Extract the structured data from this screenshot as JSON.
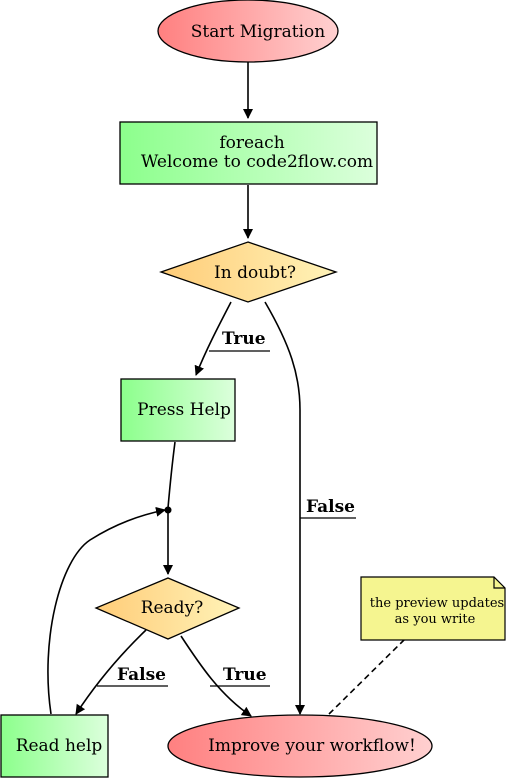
{
  "nodes": {
    "start": {
      "label": "Start Migration"
    },
    "foreach": {
      "line1": "foreach",
      "line2": "Welcome to code2flow.com"
    },
    "in_doubt": {
      "label": "In doubt?"
    },
    "press_help": {
      "label": "Press Help"
    },
    "ready": {
      "label": "Ready?"
    },
    "read_help": {
      "label": "Read help"
    },
    "improve": {
      "label": "Improve your workflow!"
    }
  },
  "edges": {
    "in_doubt_true": "True",
    "in_doubt_false": "False",
    "ready_false": "False",
    "ready_true": "True"
  },
  "note": {
    "line1": "the preview updates",
    "line2": "as you write"
  },
  "colors": {
    "terminal_from": "#ff8080",
    "terminal_to": "#ffd0d0",
    "process_from": "#90ff90",
    "process_to": "#d8ffd8",
    "decision_from": "#ffd080",
    "decision_to": "#fff0b0",
    "note_fill": "#f5f590"
  }
}
